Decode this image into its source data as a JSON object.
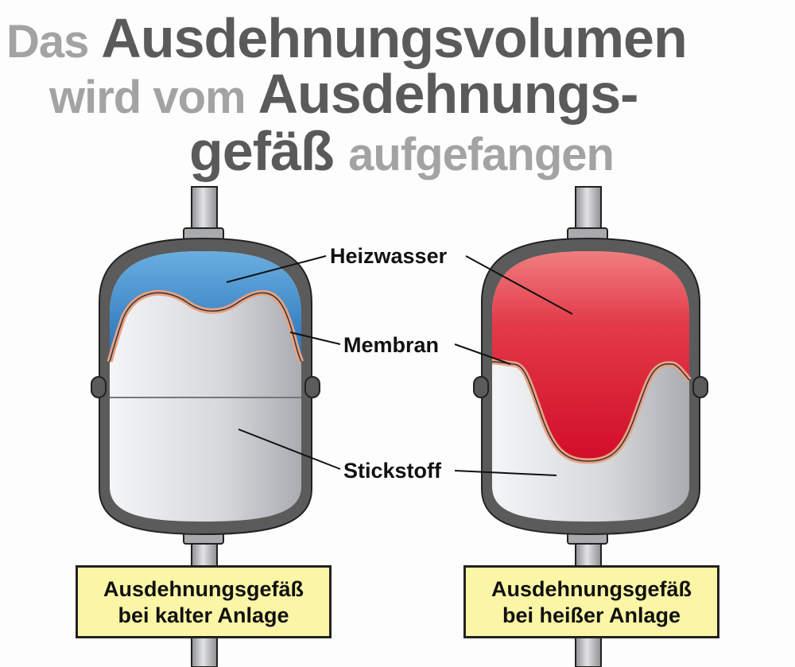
{
  "title": {
    "line1": {
      "a": "Das",
      "b": "Ausdehnungsvolumen"
    },
    "line2": {
      "a": "wird vom",
      "b": "Ausdehnungs-"
    },
    "line3": {
      "a": "gefäß",
      "b": "aufgefangen"
    }
  },
  "labels": {
    "heizwasser": "Heizwasser",
    "membran": "Membran",
    "stickstoff": "Stickstoff"
  },
  "captions": {
    "cold": {
      "line1": "Ausdehnungsgefäß",
      "line2": "bei kalter Anlage"
    },
    "hot": {
      "line1": "Ausdehnungsgefäß",
      "line2": "bei heißer Anlage"
    }
  },
  "colors": {
    "cold_water": "#2f7fc6",
    "hot_water": "#d8102c",
    "nitrogen": "#d9dadd",
    "membrane": "#e8a184",
    "shell": "#5b5b5b",
    "caption_bg": "#fbf6a5"
  }
}
